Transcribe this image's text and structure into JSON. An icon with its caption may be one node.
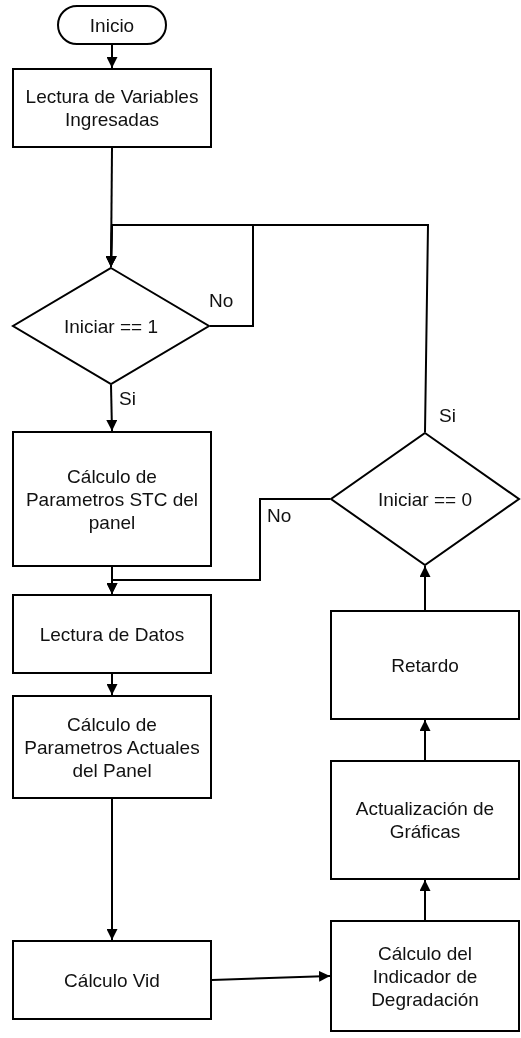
{
  "diagram": {
    "nodes": [
      {
        "text": [
          "Inicio"
        ]
      },
      {
        "text": [
          "Lectura de Variables Ingresadas"
        ]
      },
      {
        "text": [
          "Iniciar == 1"
        ]
      },
      {
        "text": [
          "Cálculo de Parametros STC del panel"
        ]
      },
      {
        "text": [
          "Lectura de Datos"
        ]
      },
      {
        "text": [
          "Cálculo de Parametros Actuales del Panel"
        ]
      },
      {
        "text": [
          "Cálculo Vid"
        ]
      },
      {
        "text": [
          "Cálculo del Indicador de Degradación"
        ]
      },
      {
        "text": [
          "Actualización de Gráficas"
        ]
      },
      {
        "text": [
          "Retardo"
        ]
      },
      {
        "text": [
          "Iniciar == 0"
        ]
      }
    ],
    "edges": [
      {
        "from": 0,
        "to": 1,
        "arrow": "to"
      },
      {
        "from": 1,
        "to": 2,
        "arrow": "to"
      },
      {
        "from": 2,
        "to": 2,
        "label": "No",
        "arrow": "to"
      },
      {
        "from": 2,
        "to": 3,
        "label": "Si",
        "arrow": "to"
      },
      {
        "from": 3,
        "to": 4,
        "arrow": "to"
      },
      {
        "from": 4,
        "to": 5,
        "arrow": "to"
      },
      {
        "from": 5,
        "to": 6,
        "arrow": "to"
      },
      {
        "from": 6,
        "to": 7,
        "arrow": "to"
      },
      {
        "from": 7,
        "to": 8,
        "arrow": "to"
      },
      {
        "from": 8,
        "to": 9,
        "arrow": "to"
      },
      {
        "from": 9,
        "to": 10,
        "arrow": "to"
      },
      {
        "from": 10,
        "to": 2,
        "label": "Si",
        "arrow": "to"
      },
      {
        "from": 10,
        "to": 4,
        "label": "No",
        "arrow": "to"
      }
    ]
  }
}
